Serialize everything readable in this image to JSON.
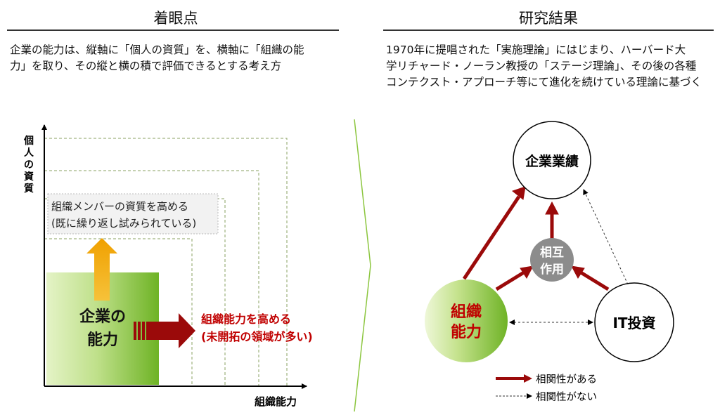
{
  "left": {
    "heading": "着眼点",
    "description": [
      "企業の能力は、縦軸に「個人の資質」を、横軸に「組織の能",
      "力」を取り、その縦と横の積で評価できるとする考え方"
    ],
    "y_axis_label": [
      "個",
      "人",
      "の",
      "資",
      "質"
    ],
    "x_axis_label": "組織能力",
    "base_box_label": [
      "企業の",
      "能力"
    ],
    "vertical_note": [
      "組織メンバーの資質を高める",
      "(既に繰り返し試みられている)"
    ],
    "horizontal_note": [
      "組織能力を高める",
      "(未開拓の領域が多い)"
    ]
  },
  "right": {
    "heading": "研究結果",
    "description": [
      "1970年に提唱された「実施理論」にはじまり、ハーバード大",
      "学リチャード・ノーラン教授の「ステージ理論」、その後の各種",
      "コンテクスト・アプローチ等にて進化を続けている理論に基づく"
    ],
    "nodes": {
      "performance": "企業業績",
      "interaction": [
        "相互",
        "作用"
      ],
      "org_capability": [
        "組織",
        "能力"
      ],
      "it_investment": "IT投資"
    },
    "legend": {
      "correlated": "相関性がある",
      "not_correlated": "相関性がない"
    }
  },
  "colors": {
    "dark_red": "#9b0a0a",
    "note_red": "#c00000",
    "green": "#8cc63f",
    "orange": "#f0a000",
    "gray_circle": "#8c8c8c"
  }
}
